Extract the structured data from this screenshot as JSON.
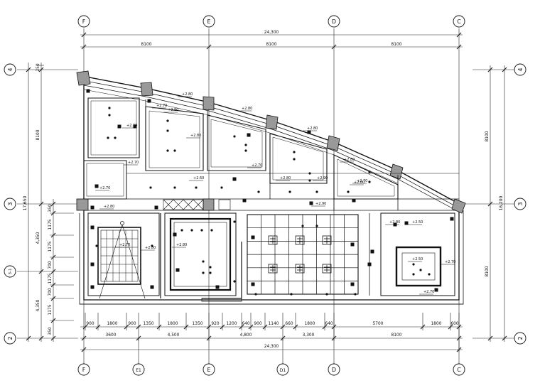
{
  "axes": {
    "top": [
      "F",
      "E",
      "D",
      "C"
    ],
    "bottom": [
      "F",
      "E1",
      "E",
      "D1",
      "D",
      "C"
    ],
    "left": [
      "4",
      "3",
      "3-1",
      "2"
    ],
    "right": [
      "4",
      "3",
      "2"
    ]
  },
  "dims_top": {
    "total": "24,300",
    "segments": [
      "8100",
      "8100",
      "8100"
    ]
  },
  "dims_bottom": {
    "row1": [
      "900",
      "1800",
      "900",
      "1350",
      "1800",
      "1350",
      "920",
      "1200",
      "640",
      "900",
      "1140",
      "660",
      "1800",
      "640",
      "5700",
      "1800",
      "600"
    ],
    "row2": [
      "3600",
      "4,500",
      "4,800",
      "3,300",
      "8100"
    ],
    "total": "24,300"
  },
  "dims_left": {
    "outer": "17,650",
    "upper": "8100",
    "lower_a": "4,350",
    "lower_b": "4,350",
    "chain": [
      "350",
      "1175",
      "1175",
      "700",
      "1175",
      "700",
      "1175",
      "350"
    ],
    "top_small": "250"
  },
  "dims_right": {
    "total": "16,200",
    "upper": "8100",
    "lower": "8100"
  },
  "levels": [
    "+2.80",
    "+2.70",
    "+2.80",
    "+2.80",
    "+2.70",
    "+2.80",
    "+2.70",
    "+2.80",
    "+2.70",
    "+2.80",
    "+2.60",
    "+2.80",
    "+2.80",
    "+2.90",
    "+2.70",
    "+2.90",
    "+2.80",
    "+2.50",
    "+2.70",
    "+2.80",
    "+2.80",
    "+2.70",
    "+2.50",
    "+2.70",
    "+2.80",
    "+2.80"
  ]
}
